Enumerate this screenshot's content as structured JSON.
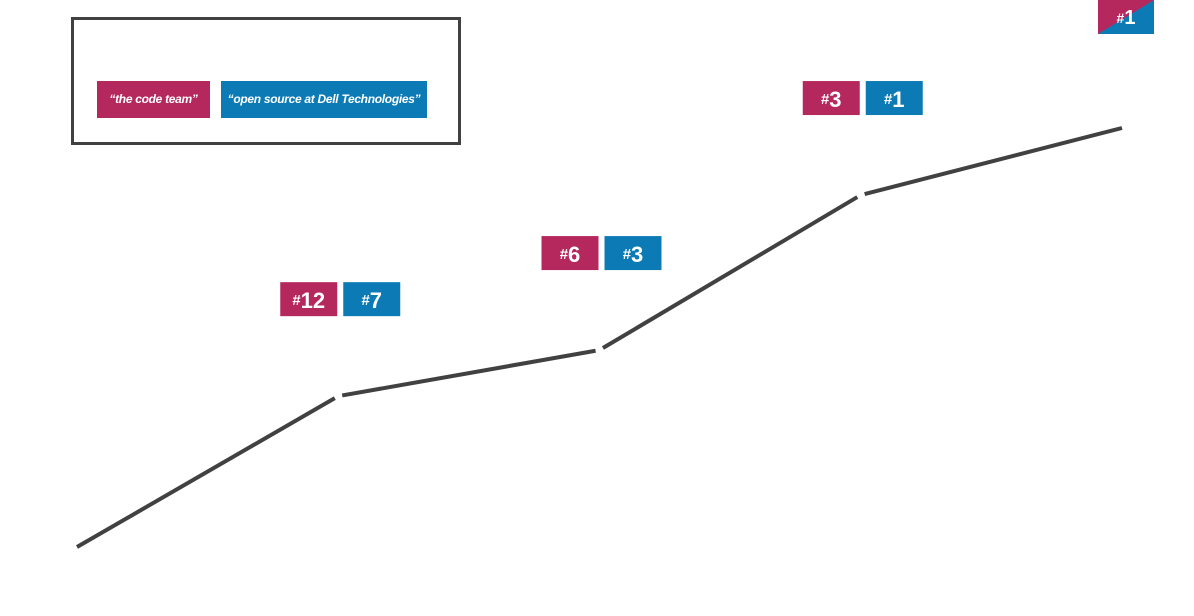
{
  "colors": {
    "line": "#414141",
    "code_team": "#b5285e",
    "open_source": "#0c7bb5"
  },
  "legend": {
    "code_team": "“the code team”",
    "open_source": "“open source at Dell Technologies”"
  },
  "chart_data": {
    "type": "line",
    "title": "",
    "xlabel": "",
    "ylabel": "",
    "x": [
      1,
      2,
      3,
      4,
      5
    ],
    "y": [
      0,
      0.36,
      0.47,
      0.84,
      1.0
    ],
    "legend": [
      "“the code team”",
      "“open source at Dell Technologies”"
    ],
    "legend_position": "top-left",
    "grid": false,
    "annotations": [
      {
        "at": 2,
        "code_team": "#12",
        "open_source": "#7"
      },
      {
        "at": 3,
        "code_team": "#6",
        "open_source": "#3"
      },
      {
        "at": 4,
        "code_team": "#3",
        "open_source": "#1"
      },
      {
        "at": 5,
        "combined": "#1"
      }
    ]
  }
}
